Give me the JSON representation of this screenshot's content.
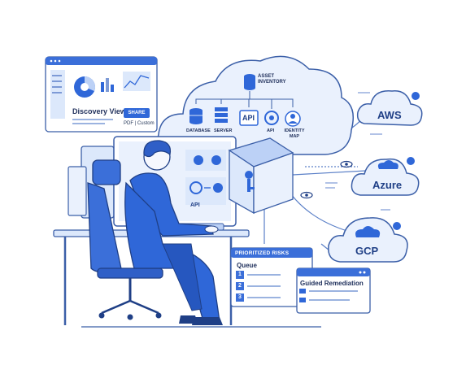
{
  "dashboard": {
    "title": "Discovery View",
    "share_label": "SHARE",
    "export_label": "PDF | Custom"
  },
  "inventory": {
    "title": "ASSET INVENTORY",
    "items": [
      {
        "label": "DATABASE",
        "icon": "database-icon"
      },
      {
        "label": "SERVER",
        "icon": "server-icon"
      },
      {
        "label": "API",
        "icon": "api-icon"
      },
      {
        "label": "API",
        "icon": "gear-icon"
      },
      {
        "label": "IDENTITY MAP",
        "icon": "user-icon"
      }
    ]
  },
  "monitor": {
    "api_label": "API"
  },
  "clouds": [
    {
      "name": "AWS"
    },
    {
      "name": "Azure"
    },
    {
      "name": "GCP"
    }
  ],
  "risks": {
    "header": "PRIORITIZED RISKS",
    "queue_title": "Queue",
    "rows": [
      "1",
      "2",
      "3"
    ]
  },
  "remediation": {
    "title": "Guided Remediation"
  },
  "colors": {
    "primary": "#2f67d8",
    "light": "#dce8fb",
    "outline": "#3b5fa8",
    "dark": "#1f3f86"
  }
}
